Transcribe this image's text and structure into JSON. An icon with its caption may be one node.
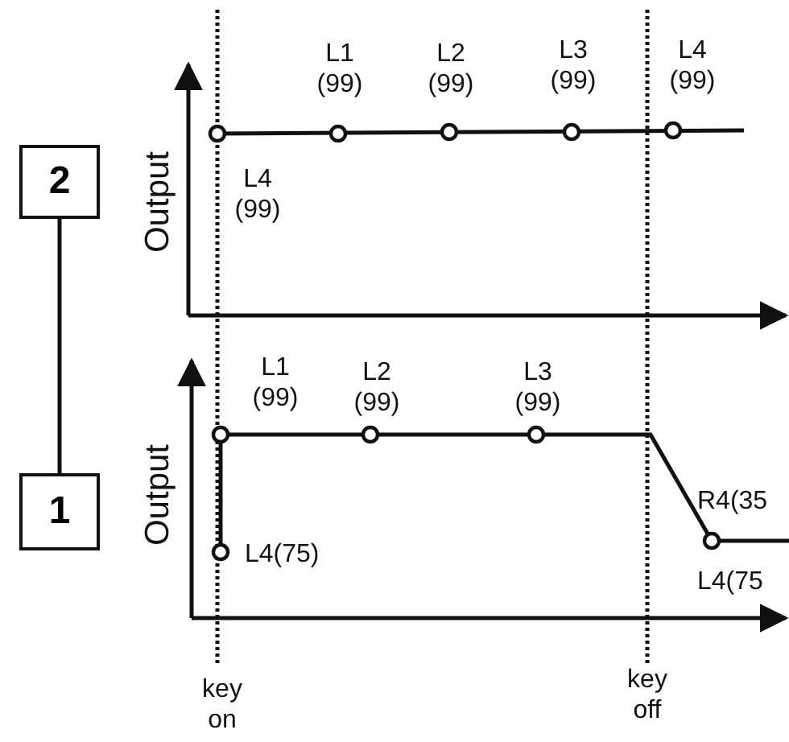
{
  "diagram": {
    "nodes": [
      {
        "text": [
          "2"
        ]
      },
      {
        "text": [
          "1"
        ]
      }
    ],
    "edges": [
      {
        "from": 0,
        "to": 1,
        "arrow": "none"
      }
    ],
    "labels": [
      "L1 (99)",
      "L2 (99)",
      "L3 (99)",
      "L4 (99)",
      "Output",
      "L4 (99)",
      "L1 (99)",
      "L2 (99)",
      "L3 (99)",
      "Output",
      "R4(35",
      "L4(75)",
      "L4(75",
      "key on",
      "key off"
    ]
  }
}
